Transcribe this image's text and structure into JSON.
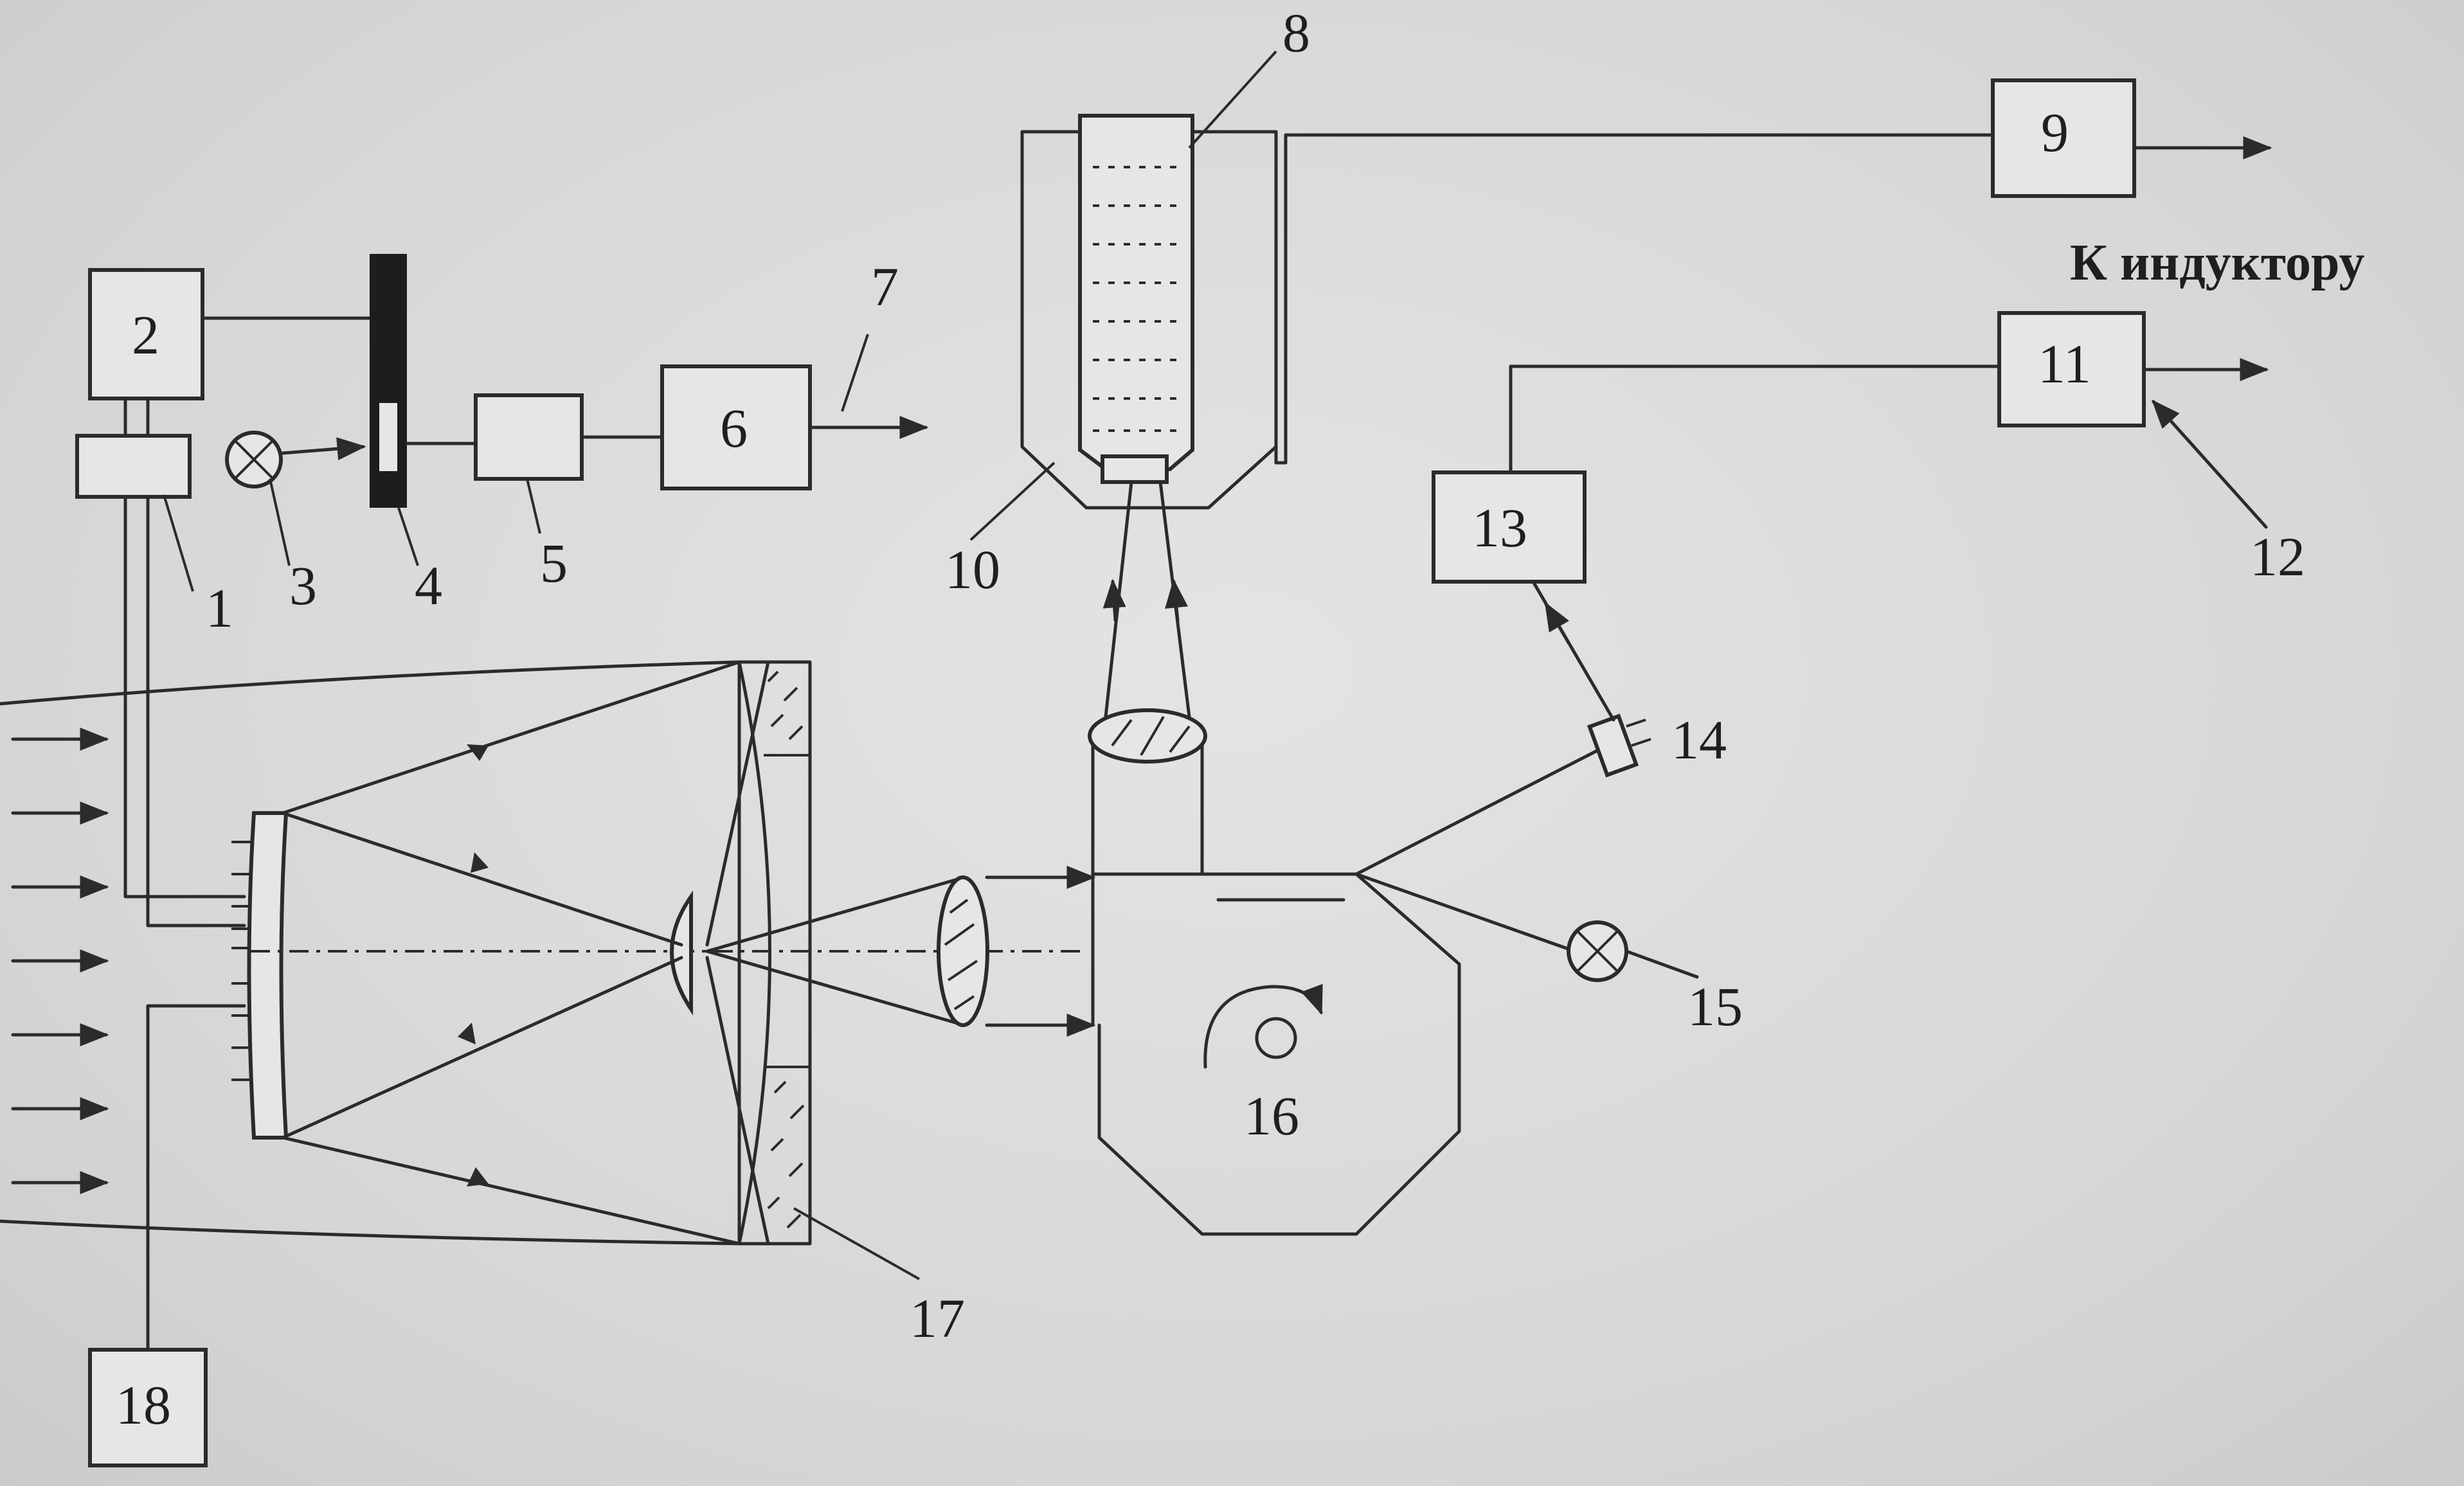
{
  "diagram": {
    "labels": {
      "n1": "1",
      "n2": "2",
      "n3": "3",
      "n4": "4",
      "n5": "5",
      "n6": "6",
      "n7": "7",
      "n8": "8",
      "n9": "9",
      "n10": "10",
      "n11": "11",
      "n12": "12",
      "n13": "13",
      "n14": "14",
      "n15": "15",
      "n16": "16",
      "n17": "17",
      "n18": "18"
    },
    "inductor_label": "К индуктору"
  },
  "background_text": {
    "lines": [
      "",
      "",
      "",
      ""
    ]
  }
}
